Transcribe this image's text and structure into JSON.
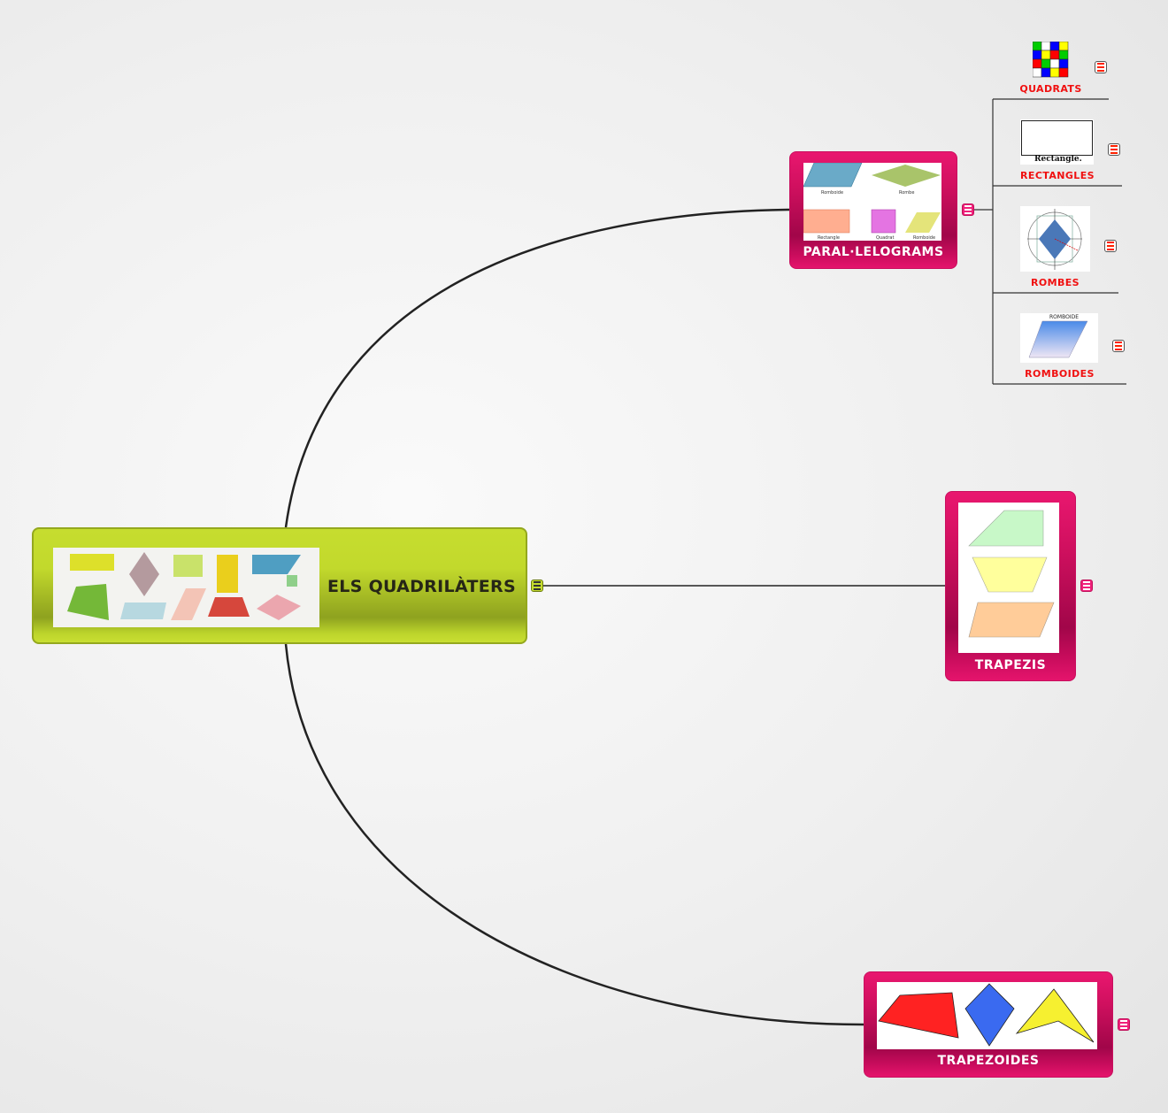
{
  "central": {
    "title": "ELS QUADRILÀTERS"
  },
  "topics": [
    {
      "label": "PARAL·LELOGRAMS",
      "image_labels": [
        "Romboide",
        "Rombe",
        "Rectangle",
        "Quadrat",
        "Romboide"
      ]
    },
    {
      "label": "TRAPEZIS"
    },
    {
      "label": "TRAPEZOIDES"
    }
  ],
  "subtopics": [
    {
      "label": "QUADRATS"
    },
    {
      "label": "RECTANGLES",
      "image_caption": "Rectangle."
    },
    {
      "label": "ROMBES"
    },
    {
      "label": "ROMBOIDES",
      "image_caption": "ROMBOIDE"
    }
  ],
  "colors": {
    "central": "#c4db2e",
    "topic": "#e0126a",
    "sublabel": "#f01010"
  }
}
